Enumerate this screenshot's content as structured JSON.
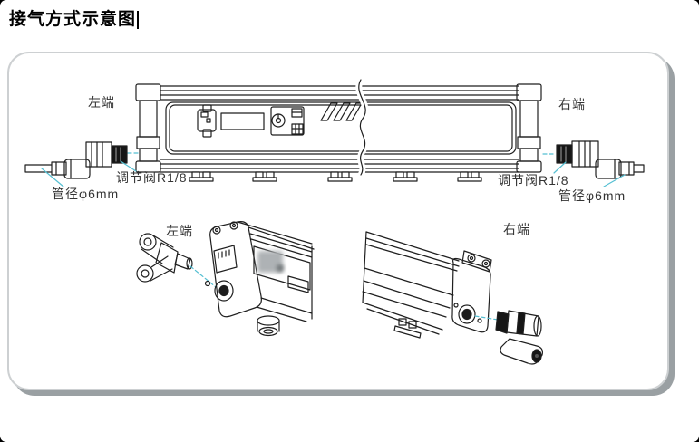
{
  "page": {
    "title": "接气方式示意图"
  },
  "diagram": {
    "labels": {
      "left_end_top": "左端",
      "right_end_top": "右端",
      "valve_left": "调节阀R1/8",
      "valve_right": "调节阀R1/8",
      "pipe_left": "管径φ6mm",
      "pipe_right": "管径φ6mm",
      "left_end_detail": "左端",
      "right_end_detail": "右端"
    },
    "colors": {
      "drawing_line": "#1f1f1f",
      "leader_line": "#55bfd2",
      "frame_border": "#cdd0d2",
      "frame_shadow": "#9aa0a3",
      "valve_fill": "#161616"
    }
  }
}
